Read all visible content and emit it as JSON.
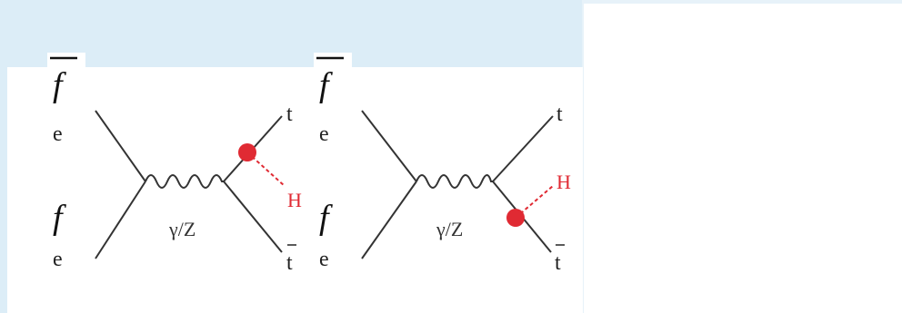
{
  "colors": {
    "background_tint": "#dcedf7",
    "higgs": "#e02a33",
    "line": "#333333"
  },
  "left_diagram": {
    "antifermion_symbol": "f",
    "antielectron": "e",
    "fermion_symbol": "f",
    "electron": "e",
    "boson": "γ/Z",
    "top": "t",
    "antitop": "t",
    "higgs": "H"
  },
  "right_diagram": {
    "antifermion_symbol": "f",
    "antielectron": "e",
    "fermion_symbol": "f",
    "electron": "e",
    "boson": "γ/Z",
    "top": "t",
    "antitop": "t",
    "higgs": "H"
  }
}
